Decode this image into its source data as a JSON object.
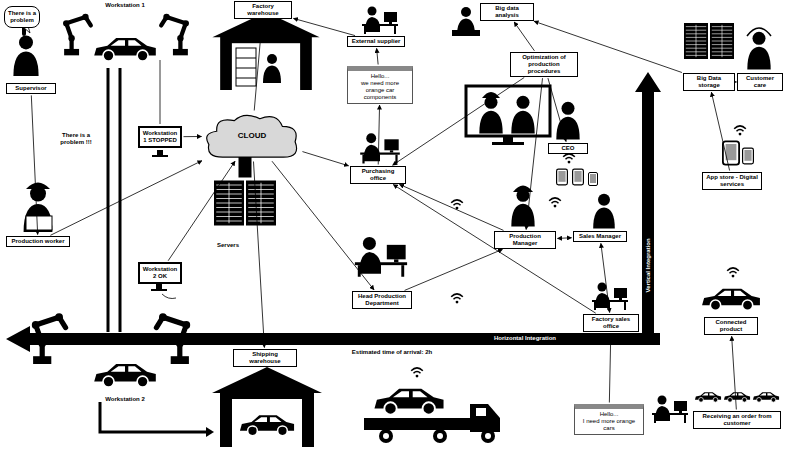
{
  "diagram": {
    "nodes": [
      {
        "text": [
          "There is a problem"
        ]
      },
      {
        "text": [
          "Supervisor"
        ]
      },
      {
        "text": [
          "Workstation 1 STOPPED"
        ]
      },
      {
        "text": [
          "Production worker"
        ]
      },
      {
        "text": [
          "Workstation 2 OK"
        ]
      },
      {
        "text": [
          "Factory warehouse"
        ]
      },
      {
        "text": [
          "External supplier"
        ]
      },
      {
        "text": [
          "Hello...",
          "we need more orange car components"
        ]
      },
      {
        "text": [
          "CLOUD"
        ]
      },
      {
        "text": [
          "Purchasing office"
        ]
      },
      {
        "text": [
          "Head Production Department"
        ]
      },
      {
        "text": [
          "Big data analysis"
        ]
      },
      {
        "text": [
          "Optimization of production procedures"
        ]
      },
      {
        "text": [
          "CEO"
        ]
      },
      {
        "text": [
          "Production Manager"
        ]
      },
      {
        "text": [
          "Sales Manager"
        ]
      },
      {
        "text": [
          "Factory sales office"
        ]
      },
      {
        "text": [
          "Big Data storage"
        ]
      },
      {
        "text": [
          "Customer care"
        ]
      },
      {
        "text": [
          "App store - Digital services"
        ]
      },
      {
        "text": [
          "Connected product"
        ]
      },
      {
        "text": [
          "Receiving an order from customer"
        ]
      },
      {
        "text": [
          "Shipping warehouse"
        ]
      },
      {
        "text": [
          "Hello...",
          "I need more orange cars"
        ]
      }
    ],
    "edges": [
      {
        "from": 1,
        "to": 3,
        "arrow": "to"
      },
      {
        "from": 3,
        "to": 8,
        "arrow": "to"
      },
      {
        "from": 2,
        "to": 8,
        "arrow": "to"
      },
      {
        "from": 4,
        "to": 8,
        "arrow": "to"
      },
      {
        "from": 6,
        "to": 5,
        "arrow": "to"
      },
      {
        "from": 9,
        "to": 7,
        "arrow": "to"
      },
      {
        "from": 7,
        "to": 6,
        "arrow": "to"
      },
      {
        "from": 8,
        "to": 9,
        "arrow": "to"
      },
      {
        "from": 8,
        "to": 10,
        "arrow": "to"
      },
      {
        "from": 10,
        "to": 14,
        "arrow": "to"
      },
      {
        "from": 14,
        "to": 9,
        "arrow": "to"
      },
      {
        "from": 17,
        "to": 11,
        "arrow": "to"
      },
      {
        "from": 12,
        "to": 11,
        "arrow": "to"
      },
      {
        "from": 12,
        "to": 13,
        "arrow": "to"
      },
      {
        "from": 12,
        "to": 14,
        "arrow": "to"
      },
      {
        "from": 12,
        "to": 9,
        "arrow": "to"
      },
      {
        "from": 15,
        "to": 14,
        "arrow": "both"
      },
      {
        "from": 16,
        "to": 15,
        "arrow": "both"
      },
      {
        "from": 16,
        "to": 9,
        "arrow": "to"
      },
      {
        "from": 18,
        "to": 17,
        "arrow": "to"
      },
      {
        "from": 19,
        "to": 17,
        "arrow": "to"
      },
      {
        "from": 21,
        "to": 20,
        "arrow": "to"
      },
      {
        "from": 23,
        "to": 16,
        "arrow": "to"
      },
      {
        "from": 8,
        "to": 22,
        "arrow": "to"
      },
      {
        "from": 8,
        "to": 5,
        "arrow": "to"
      }
    ],
    "labels": [
      "Workstation 1",
      "There is a problem !!!",
      "Servers",
      "Vertical Integration",
      "Horizontal Integration",
      "Workstation 2",
      "Estimated time of arrival: 2h"
    ]
  }
}
